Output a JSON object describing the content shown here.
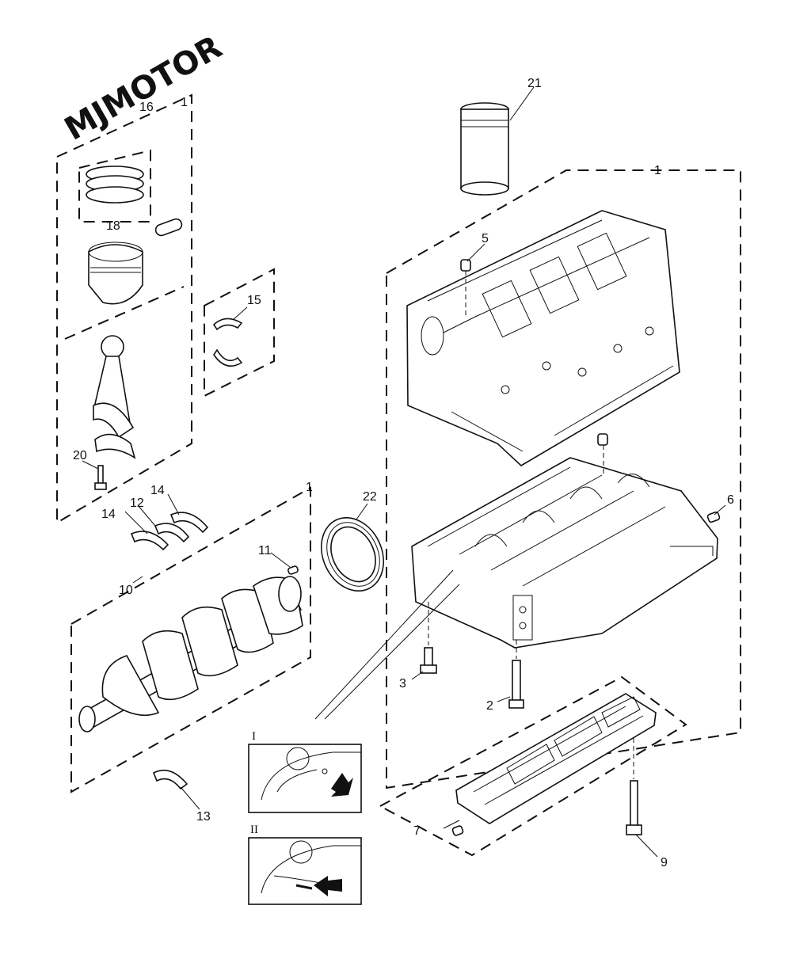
{
  "watermark": "MJMOTOR",
  "callouts": {
    "c1_top": "1",
    "c1_crank": "1",
    "c1_piston": "1",
    "c2": "2",
    "c3": "3",
    "c5": "5",
    "c6": "6",
    "c7": "7",
    "c9": "9",
    "c10": "10",
    "c11": "11",
    "c12": "12",
    "c13": "13",
    "c14a": "14",
    "c14b": "14",
    "c15": "15",
    "c16": "16",
    "c18": "18",
    "c20": "20",
    "c21": "21",
    "c22": "22"
  },
  "detail_views": {
    "view1_label": "I",
    "view2_label": "II"
  }
}
